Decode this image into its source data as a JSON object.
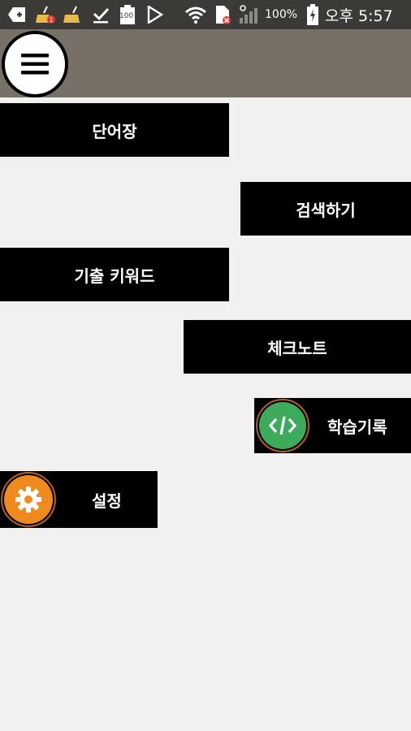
{
  "status_bar": {
    "battery_text": "100",
    "battery_percent": "100%",
    "clock": "오후 5:57",
    "colors": {
      "background": "#3b3a37",
      "icon": "#ffffff",
      "badge": "#e53935"
    },
    "icons": [
      "add-notification-icon",
      "cleaner-icon",
      "cleaner-icon",
      "download-done-icon",
      "battery-icon",
      "play-store-icon",
      "wifi-icon",
      "sim-error-icon",
      "signal-icon",
      "charging-battery-icon"
    ]
  },
  "app_bar": {
    "background": "#767067",
    "menu_icon": "hamburger-menu-icon"
  },
  "menu": {
    "items": [
      {
        "label": "단어장"
      },
      {
        "label": "검색하기"
      },
      {
        "label": "기출 키워드"
      },
      {
        "label": "체크노트"
      },
      {
        "label": "학습기록",
        "icon": "code-icon",
        "icon_color": "#3dab5b"
      },
      {
        "label": "설정",
        "icon": "gear-icon",
        "icon_color": "#ef8a1f"
      }
    ]
  }
}
